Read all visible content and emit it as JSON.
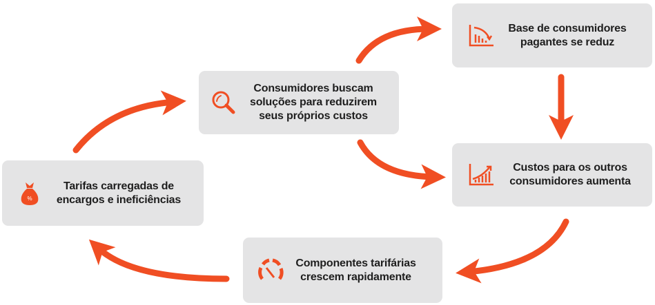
{
  "colors": {
    "accent": "#f04e23",
    "box": "#e4e4e5",
    "text": "#1e1e1e"
  },
  "steps": [
    {
      "label": "Base de consumidores pagantes se reduz",
      "icon": "declining-chart-icon"
    },
    {
      "label": "Consumidores buscam soluções para reduzirem seus próprios custos",
      "icon": "search-icon"
    },
    {
      "label": "Custos para os outros consumidores aumenta",
      "icon": "rising-chart-icon"
    },
    {
      "label": "Componentes tarifárias crescem rapidamente",
      "icon": "speedometer-icon"
    },
    {
      "label": "Tarifas carregadas de encargos e ineficiências",
      "icon": "money-bag-icon"
    }
  ]
}
